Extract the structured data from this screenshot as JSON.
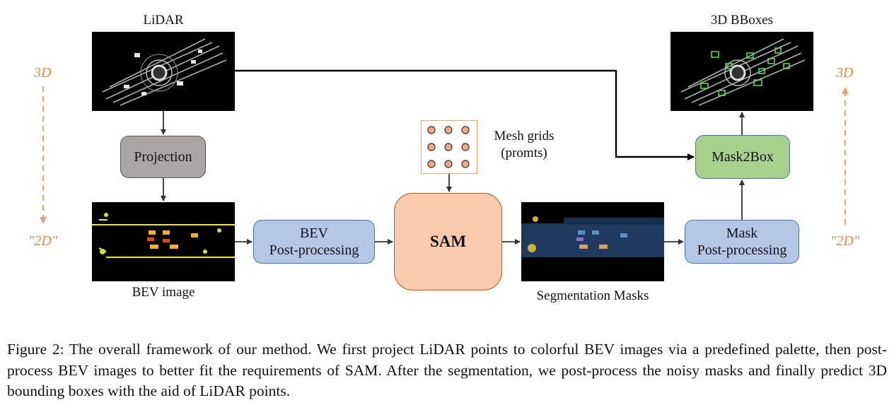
{
  "labels": {
    "lidar": "LiDAR",
    "bev_image": "BEV image",
    "seg_masks": "Segmentation Masks",
    "bboxes_3d": "3D BBoxes",
    "mesh_grids_line1": "Mesh grids",
    "mesh_grids_line2": "(promts)",
    "left_top": "3D",
    "left_bottom": "\"2D\"",
    "right_top": "3D",
    "right_bottom": "\"2D\""
  },
  "boxes": {
    "projection": "Projection",
    "bev_pp_line1": "BEV",
    "bev_pp_line2": "Post-processing",
    "sam": "SAM",
    "mask_pp_line1": "Mask",
    "mask_pp_line2": "Post-processing",
    "mask2box": "Mask2Box"
  },
  "caption": "Figure 2: The overall framework of our method. We first project LiDAR points to colorful BEV images via a predefined palette, then post-process BEV images to better fit the requirements of SAM. After the segmentation, we post-process the noisy masks and finally predict 3D bounding boxes with the aid of LiDAR points.",
  "colors": {
    "projection_fill": "#aaa6a5",
    "bev_pp_fill": "#b4c7e7",
    "sam_fill": "#f8cbad",
    "sam_border": "#c55a11",
    "mask2box_fill": "#a9d18e",
    "accent_orange": "#e08a4a"
  }
}
